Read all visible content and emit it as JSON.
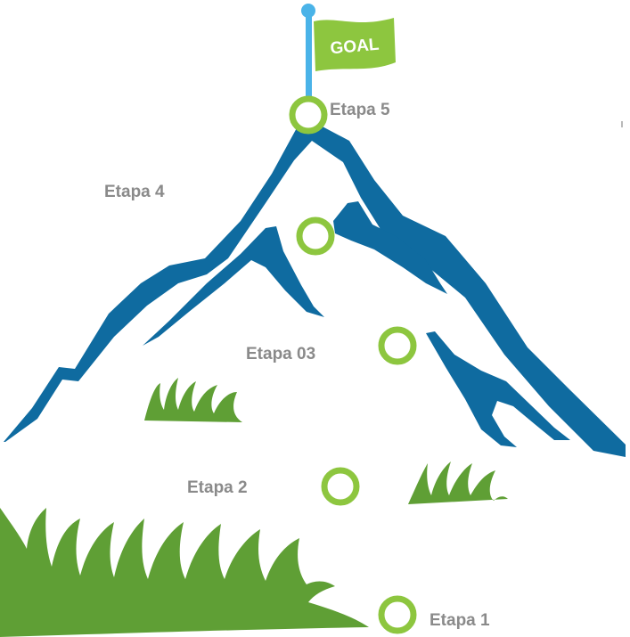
{
  "goal_flag": {
    "text": "GOAL"
  },
  "stages": [
    {
      "label": "Etapa 1"
    },
    {
      "label": "Etapa 2"
    },
    {
      "label": "Etapa 03"
    },
    {
      "label": "Etapa 4"
    },
    {
      "label": "Etapa 5"
    }
  ],
  "colors": {
    "mountain": "#0f6ba0",
    "grass": "#5f9f35",
    "stage_marker": "#8dc63f",
    "flag": "#8dc63f",
    "flag_pole": "#4ab3e8",
    "label_text": "#8a8a8a"
  }
}
